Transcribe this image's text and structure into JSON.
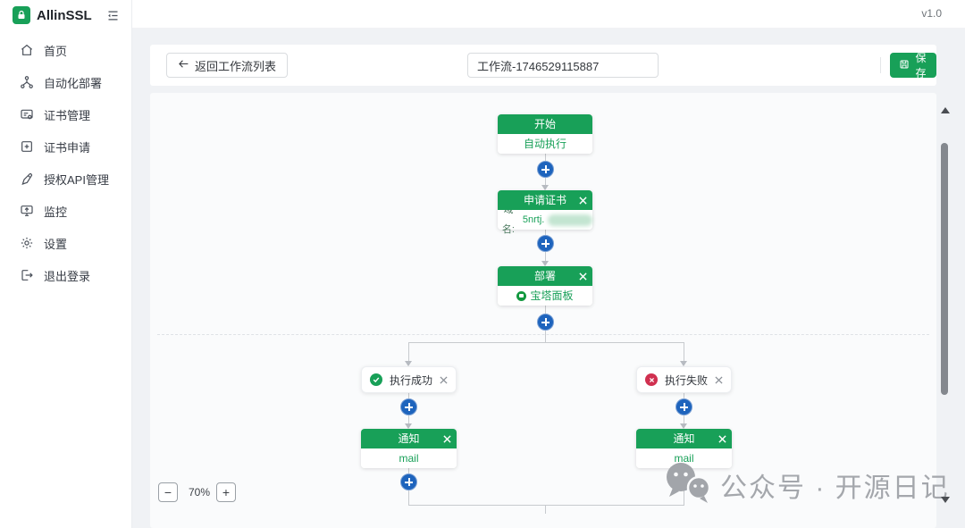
{
  "app": {
    "name": "AllinSSL",
    "version": "v1.0"
  },
  "sidebar": {
    "items": [
      {
        "label": "首页",
        "icon": "home-icon"
      },
      {
        "label": "自动化部署",
        "icon": "workflow-icon"
      },
      {
        "label": "证书管理",
        "icon": "certificate-manage-icon"
      },
      {
        "label": "证书申请",
        "icon": "certificate-apply-icon"
      },
      {
        "label": "授权API管理",
        "icon": "api-auth-icon"
      },
      {
        "label": "监控",
        "icon": "monitor-icon"
      },
      {
        "label": "设置",
        "icon": "settings-icon"
      },
      {
        "label": "退出登录",
        "icon": "logout-icon"
      }
    ]
  },
  "toolbar": {
    "back_label": "返回工作流列表",
    "workflow_name": "工作流-1746529115887",
    "save_label": "保存"
  },
  "workflow": {
    "start": {
      "title": "开始",
      "subtitle": "自动执行"
    },
    "apply": {
      "title": "申请证书",
      "field_label": "域名:",
      "field_value": "5nrtj."
    },
    "deploy": {
      "title": "部署",
      "provider": "宝塔面板"
    },
    "branch": {
      "success": "执行成功",
      "fail": "执行失败"
    },
    "notify": {
      "title": "通知",
      "channel": "mail"
    }
  },
  "zoom": {
    "out": "−",
    "level": "70%",
    "in": "+"
  },
  "watermark": {
    "text": "公众号 · 开源日记"
  },
  "colors": {
    "accent_green": "#18a058",
    "node_blue": "#1e64bd",
    "fail_red": "#d03050",
    "canvas_bg": "#fafbfc",
    "page_bg": "#f0f2f5"
  }
}
